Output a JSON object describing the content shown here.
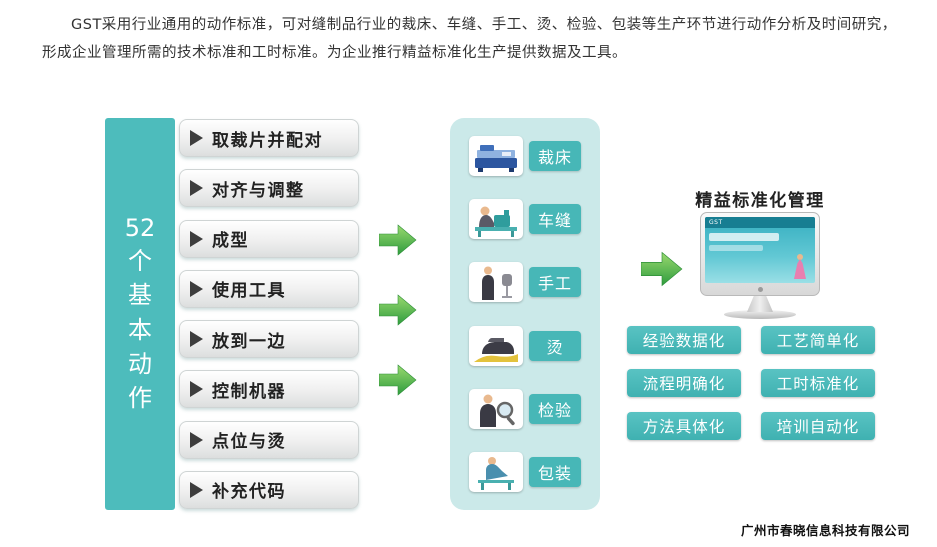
{
  "intro": {
    "paragraph": "GST采用行业通用的动作标准，可对缝制品行业的裁床、车缝、手工、烫、检验、包装等生产环节进行动作分析及时间研究，形成企业管理所需的技术标准和工时标准。为企业推行精益标准化生产提供数据及工具。"
  },
  "colors": {
    "teal": "#4dbcbc",
    "panel_teal": "#cbe9e9",
    "arrow_green": "#2e9c3e",
    "pill_text": "#222222"
  },
  "left_bar": {
    "number": "52",
    "label": "个基本动作"
  },
  "motions": {
    "items": [
      {
        "label": "取裁片并配对"
      },
      {
        "label": "对齐与调整"
      },
      {
        "label": "成型"
      },
      {
        "label": "使用工具"
      },
      {
        "label": "放到一边"
      },
      {
        "label": "控制机器"
      },
      {
        "label": "点位与烫"
      },
      {
        "label": "补充代码"
      }
    ]
  },
  "processes": {
    "items": [
      {
        "label": "裁床",
        "icon": "cutting-bed-icon"
      },
      {
        "label": "车缝",
        "icon": "sewing-icon"
      },
      {
        "label": "手工",
        "icon": "handwork-icon"
      },
      {
        "label": "烫",
        "icon": "ironing-icon"
      },
      {
        "label": "检验",
        "icon": "inspection-icon"
      },
      {
        "label": "包装",
        "icon": "packing-icon"
      }
    ]
  },
  "result": {
    "title": "精益标准化管理",
    "screen_label": "GST",
    "benefits": [
      {
        "label": "经验数据化"
      },
      {
        "label": "工艺简单化"
      },
      {
        "label": "流程明确化"
      },
      {
        "label": "工时标准化"
      },
      {
        "label": "方法具体化"
      },
      {
        "label": "培训自动化"
      }
    ]
  },
  "footer": {
    "company": "广州市春晓信息科技有限公司"
  }
}
